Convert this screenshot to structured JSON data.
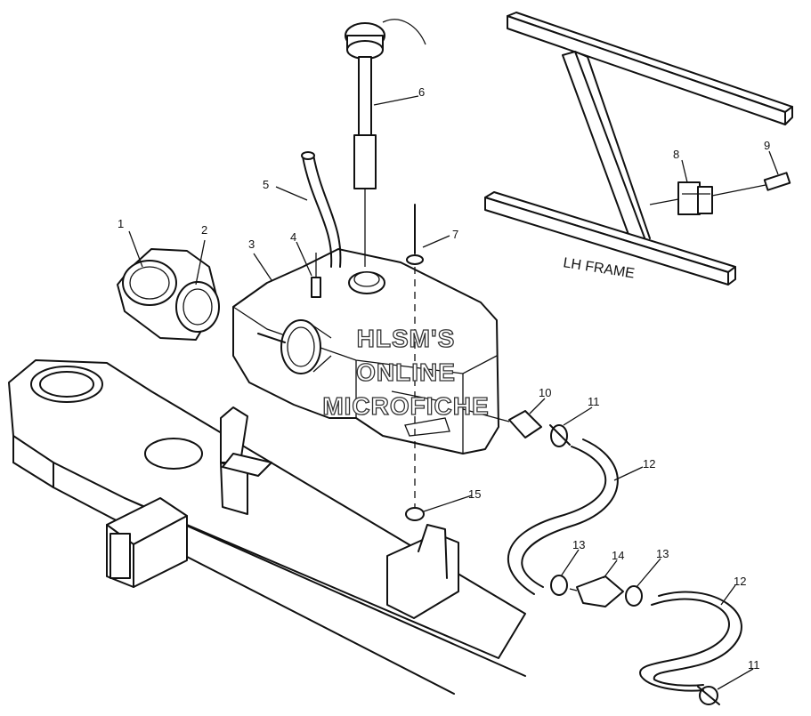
{
  "diagram": {
    "frame_label": "LH FRAME",
    "watermark": [
      "HLSM'S",
      "ONLINE",
      "MICROFICHE"
    ],
    "callouts": [
      "1",
      "2",
      "3",
      "4",
      "5",
      "6",
      "7",
      "8",
      "9",
      "10",
      "11",
      "12",
      "13",
      "14",
      "13",
      "12",
      "11",
      "15"
    ]
  }
}
